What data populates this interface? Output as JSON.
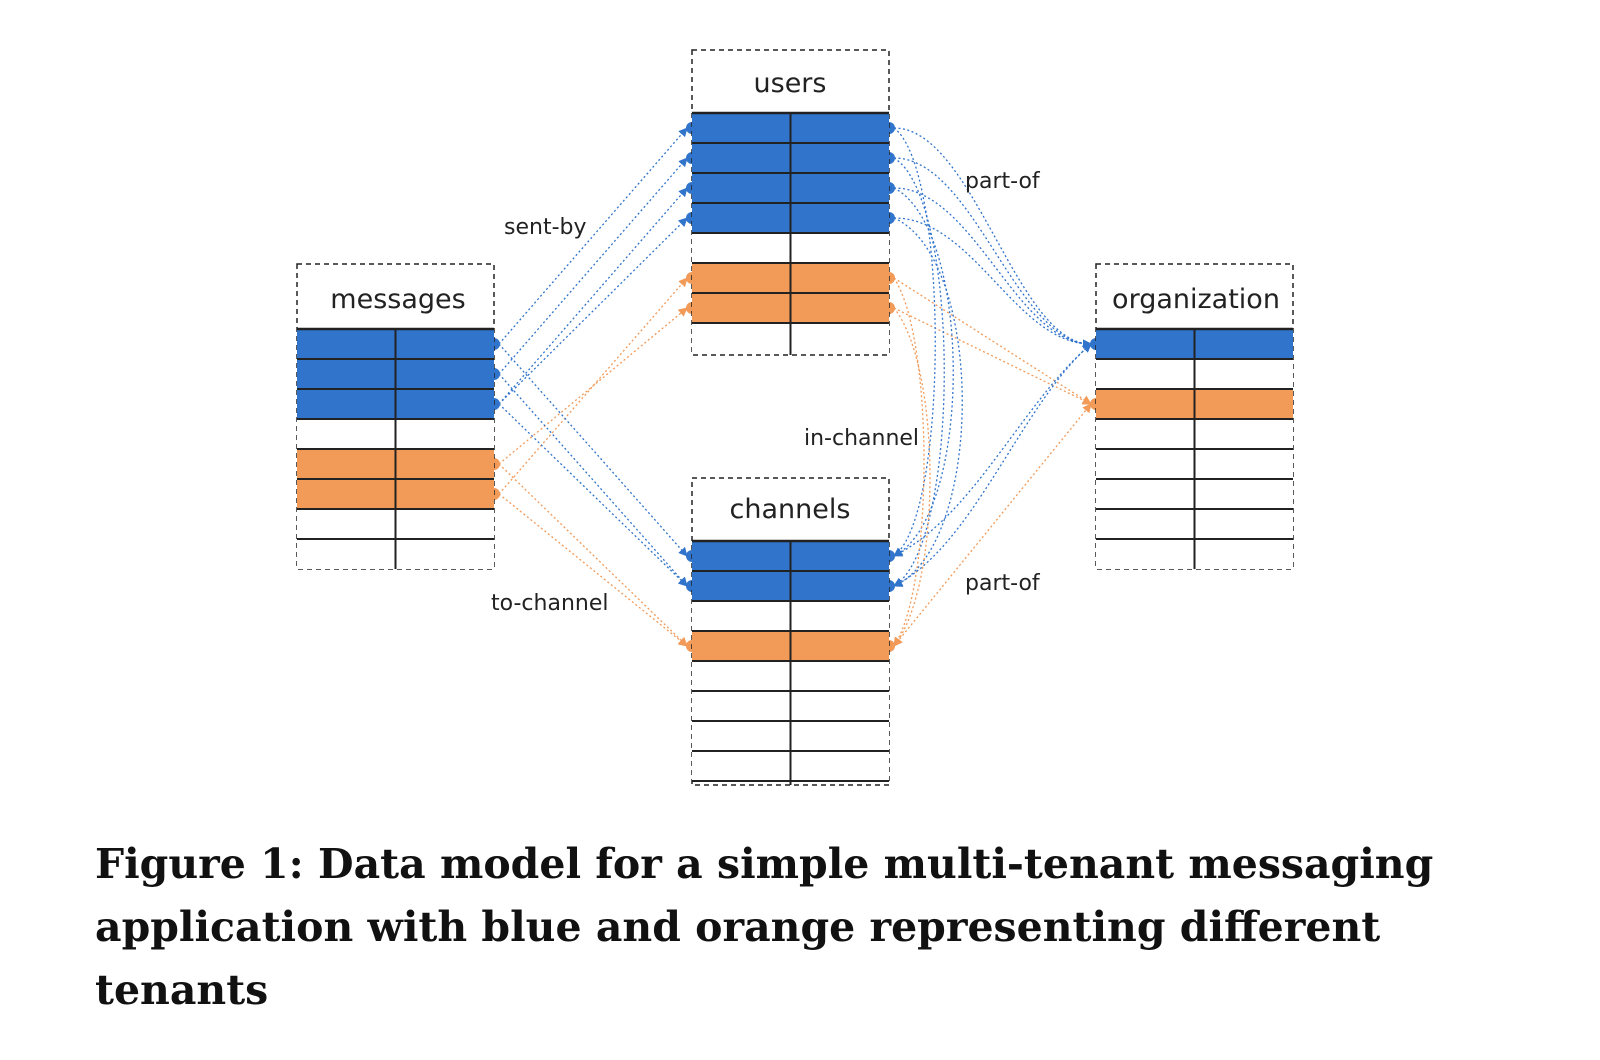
{
  "diagram": {
    "tables": {
      "messages": {
        "title": "messages",
        "rows": [
          "blue",
          "blue",
          "blue",
          "white",
          "orange",
          "orange",
          "white",
          "white"
        ]
      },
      "users": {
        "title": "users",
        "rows": [
          "blue",
          "blue",
          "blue",
          "blue",
          "white",
          "orange",
          "orange",
          "white"
        ]
      },
      "channels": {
        "title": "channels",
        "rows": [
          "blue",
          "blue",
          "white",
          "orange",
          "white",
          "white",
          "white",
          "white"
        ]
      },
      "organization": {
        "title": "organization",
        "rows": [
          "blue",
          "white",
          "orange",
          "white",
          "white",
          "white",
          "white",
          "white"
        ]
      }
    },
    "edge_labels": {
      "sent_by": "sent-by",
      "to_channel": "to-channel",
      "in_channel": "in-channel",
      "part_of_users": "part-of",
      "part_of_channels": "part-of"
    },
    "colors": {
      "blue": "#3174cc",
      "orange": "#f29a58",
      "border": "#222222"
    }
  },
  "caption": "Figure 1: Data model for a simple multi-tenant messaging application with blue and orange representing different tenants"
}
